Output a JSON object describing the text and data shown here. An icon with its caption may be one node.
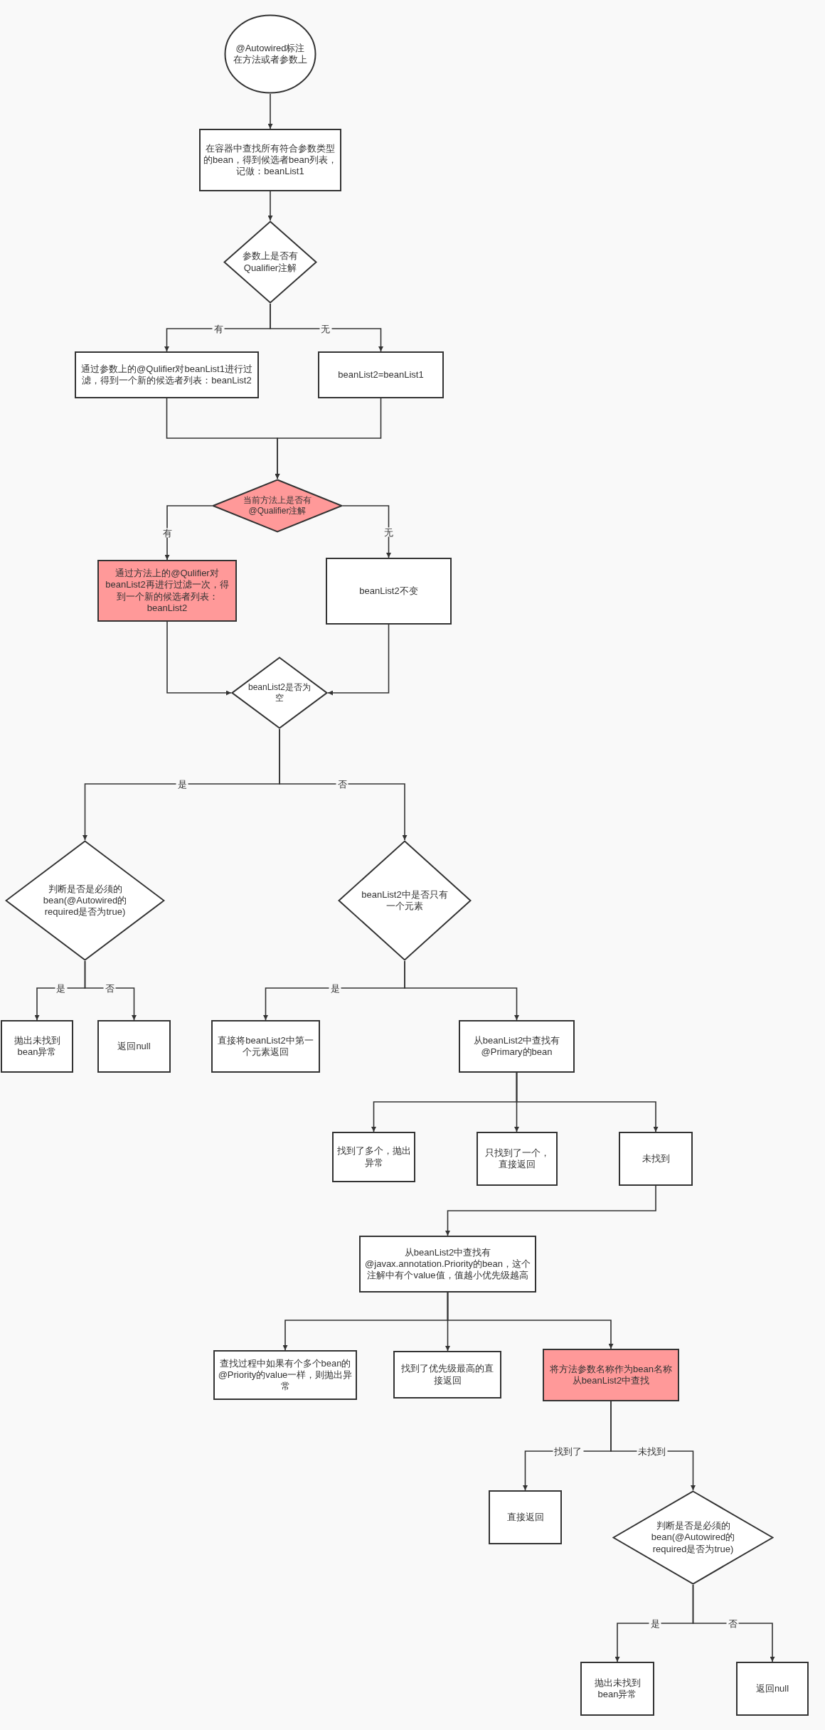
{
  "diagram": {
    "nodes": [
      {
        "text": [
          "@Autowired标注在方法或者参数上"
        ]
      },
      {
        "text": [
          "在容器中查找所有符合参数类型的bean，得到候选者bean列表，记做：beanList1"
        ]
      },
      {
        "text": [
          "参数上是否有Qualifier注解"
        ]
      },
      {
        "text": [
          "通过参数上的@Qulifier对beanList1进行过滤，得到一个新的候选者列表：beanList2"
        ]
      },
      {
        "text": [
          "beanList2=beanList1"
        ]
      },
      {
        "text": [
          "当前方法上是否有@Qualifier注解"
        ]
      },
      {
        "text": [
          "通过方法上的@Qulifier对beanList2再进行过滤一次，得到一个新的候选者列表：beanList2"
        ]
      },
      {
        "text": [
          "beanList2不变"
        ]
      },
      {
        "text": [
          "beanList2是否为空"
        ]
      },
      {
        "text": [
          "判断是否是必须的bean(@Autowired的required是否为true)"
        ]
      },
      {
        "text": [
          "beanList2中是否只有一个元素"
        ]
      },
      {
        "text": [
          "抛出未找到bean异常"
        ]
      },
      {
        "text": [
          "返回null"
        ]
      },
      {
        "text": [
          "直接将beanList2中第一个元素返回"
        ]
      },
      {
        "text": [
          "从beanList2中查找有@Primary的bean"
        ]
      },
      {
        "text": [
          "找到了多个，抛出异常"
        ]
      },
      {
        "text": [
          "只找到了一个，直接返回"
        ]
      },
      {
        "text": [
          "未找到"
        ]
      },
      {
        "text": [
          "从beanList2中查找有@javax.annotation.Priority的bean，这个注解中有个value值，值越小优先级越高"
        ]
      },
      {
        "text": [
          "查找过程中如果有个多个bean的@Priority的value一样，则抛出异常"
        ]
      },
      {
        "text": [
          "找到了优先级最高的直接返回"
        ]
      },
      {
        "text": [
          "将方法参数名称作为bean名称从beanList2中查找"
        ]
      },
      {
        "text": [
          "直接返回"
        ]
      },
      {
        "text": [
          "判断是否是必须的bean(@Autowired的required是否为true)"
        ]
      },
      {
        "text": [
          "抛出未找到bean异常"
        ]
      },
      {
        "text": [
          "返回null"
        ]
      }
    ],
    "edges": [
      {
        "from": 0,
        "to": 1,
        "arrow": "to"
      },
      {
        "from": 1,
        "to": 2,
        "arrow": "to"
      },
      {
        "from": 2,
        "to": 3,
        "arrow": "to",
        "label": "有"
      },
      {
        "from": 2,
        "to": 4,
        "arrow": "to",
        "label": "无"
      },
      {
        "from": 3,
        "to": 5,
        "arrow": "to"
      },
      {
        "from": 4,
        "to": 5,
        "arrow": "to"
      },
      {
        "from": 5,
        "to": 6,
        "arrow": "to",
        "label": "有"
      },
      {
        "from": 5,
        "to": 7,
        "arrow": "to",
        "label": "无"
      },
      {
        "from": 6,
        "to": 8,
        "arrow": "to"
      },
      {
        "from": 7,
        "to": 8,
        "arrow": "to"
      },
      {
        "from": 8,
        "to": 9,
        "arrow": "to",
        "label": "是"
      },
      {
        "from": 8,
        "to": 10,
        "arrow": "to",
        "label": "否"
      },
      {
        "from": 9,
        "to": 11,
        "arrow": "to",
        "label": "是"
      },
      {
        "from": 9,
        "to": 12,
        "arrow": "to",
        "label": "否"
      },
      {
        "from": 10,
        "to": 13,
        "arrow": "to",
        "label": "是"
      },
      {
        "from": 10,
        "to": 14,
        "arrow": "to"
      },
      {
        "from": 14,
        "to": 15,
        "arrow": "to"
      },
      {
        "from": 14,
        "to": 16,
        "arrow": "to"
      },
      {
        "from": 14,
        "to": 17,
        "arrow": "to"
      },
      {
        "from": 17,
        "to": 18,
        "arrow": "to"
      },
      {
        "from": 18,
        "to": 19,
        "arrow": "to"
      },
      {
        "from": 18,
        "to": 20,
        "arrow": "to"
      },
      {
        "from": 18,
        "to": 21,
        "arrow": "to"
      },
      {
        "from": 21,
        "to": 22,
        "arrow": "to",
        "label": "找到了"
      },
      {
        "from": 21,
        "to": 23,
        "arrow": "to",
        "label": "未找到"
      },
      {
        "from": 23,
        "to": 24,
        "arrow": "to",
        "label": "是"
      },
      {
        "from": 23,
        "to": 25,
        "arrow": "to",
        "label": "否"
      }
    ]
  }
}
